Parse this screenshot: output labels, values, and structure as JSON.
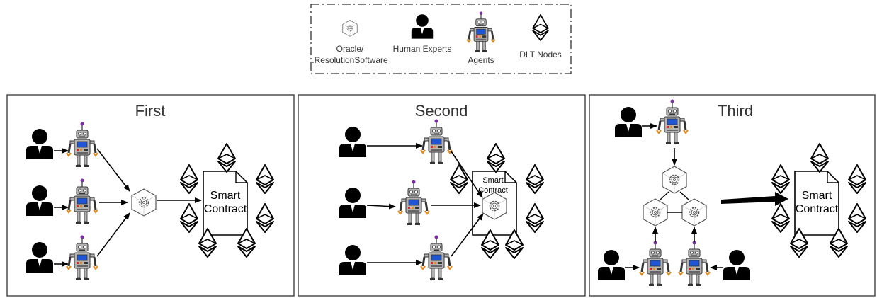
{
  "legend": {
    "items": [
      {
        "icon": "oracle-gear-icon",
        "label_lines": [
          "Oracle/",
          ".ResolutionSoftware"
        ]
      },
      {
        "icon": "human-expert-icon",
        "label_lines": [
          "Human Experts"
        ]
      },
      {
        "icon": "robot-agent-icon",
        "label_lines": [
          "Agents"
        ]
      },
      {
        "icon": "ethereum-node-icon",
        "label_lines": [
          "DLT Nodes"
        ]
      }
    ]
  },
  "panels": [
    {
      "title": "First",
      "contract_label_lines": [
        "Smart",
        "Contract"
      ]
    },
    {
      "title": "Second",
      "contract_label_lines": [
        "Smart",
        "Contract"
      ]
    },
    {
      "title": "Third",
      "contract_label_lines": [
        "Smart",
        "Contract"
      ]
    }
  ],
  "colors": {
    "stroke": "#000000",
    "robot_body": "#b3b3b3",
    "robot_screen": "#1e56d6",
    "robot_accent": "#e08a1e",
    "antenna": "#7a2ea0"
  }
}
